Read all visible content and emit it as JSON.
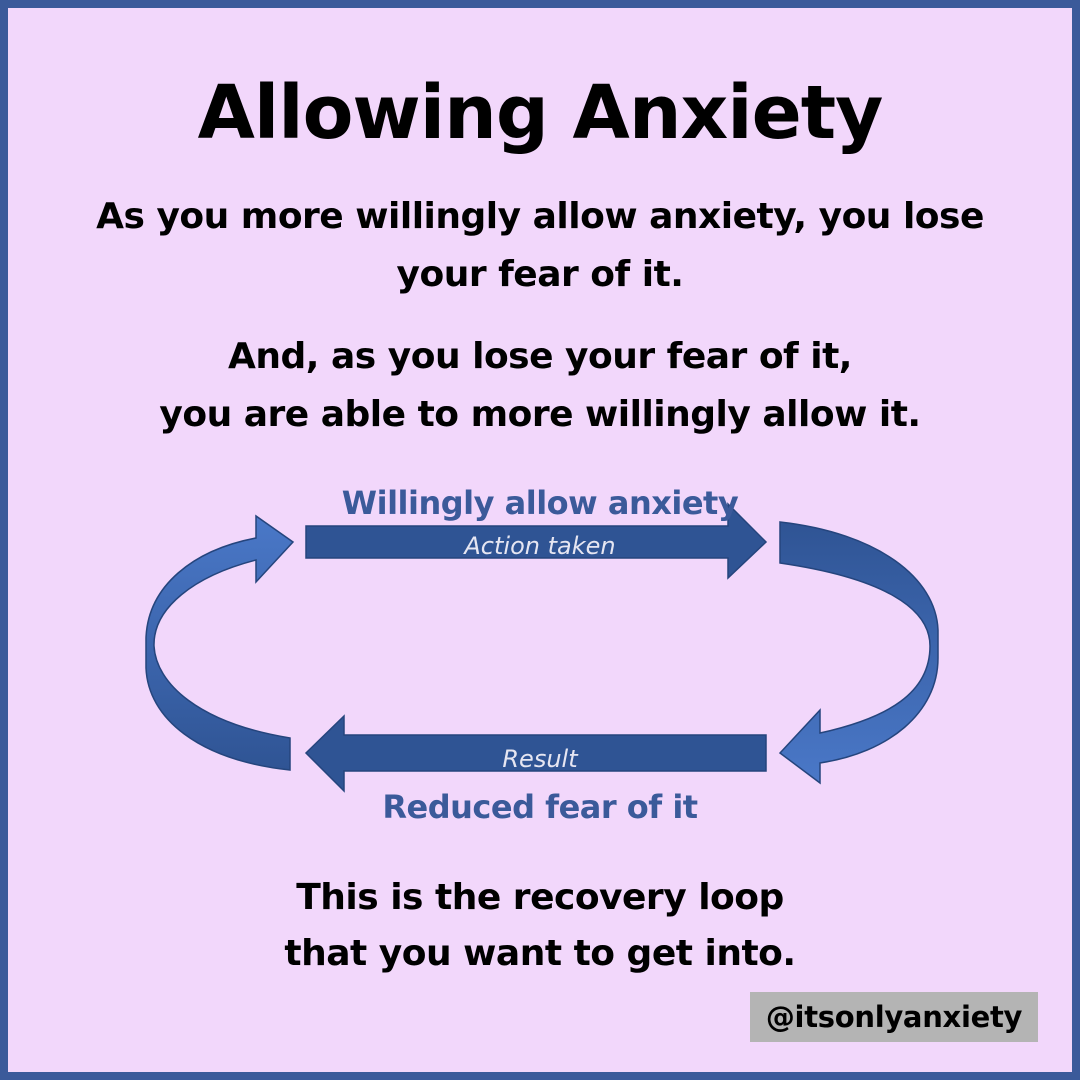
{
  "title": "Allowing Anxiety",
  "paragraph1": {
    "line1": "As you more willingly allow anxiety, you lose",
    "line2": "your fear of it."
  },
  "paragraph2": {
    "line1": "And, as you lose your fear of it,",
    "line2": "you are able to more willingly allow it."
  },
  "loop": {
    "top_label": "Willingly allow anxiety",
    "top_sublabel": "Action taken",
    "bottom_sublabel": "Result",
    "bottom_label": "Reduced fear of it"
  },
  "footer": {
    "line1": "This is the recovery loop",
    "line2": "that you want to get into."
  },
  "handle": "@itsonlyanxiety",
  "colors": {
    "background": "#f2d7fb",
    "border": "#3b5a9a",
    "arrow_dark": "#2f5494",
    "arrow_light": "#4a78c8",
    "label_blue": "#3b5a9a",
    "handle_bg": "#b4b4b4"
  }
}
